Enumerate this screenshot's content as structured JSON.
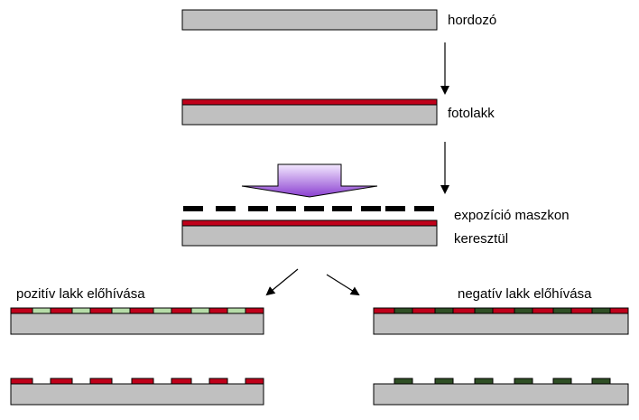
{
  "labels": {
    "substrate": "hordozó",
    "photoresist": "fotolakk",
    "exposure_line1": "expozíció maszkon",
    "exposure_line2": "keresztül",
    "positive": "pozitív lakk előhívása",
    "negative": "negatív lakk előhívása"
  },
  "colors": {
    "substrate": "#c0c0c0",
    "resist": "#c0001a",
    "exposed_positive": "#b6dca8",
    "exposed_negative": "#2f4f25",
    "mask": "#000000",
    "light_top": "#f3e9ff",
    "light_bottom": "#8a3fd0",
    "outline": "#000000"
  }
}
